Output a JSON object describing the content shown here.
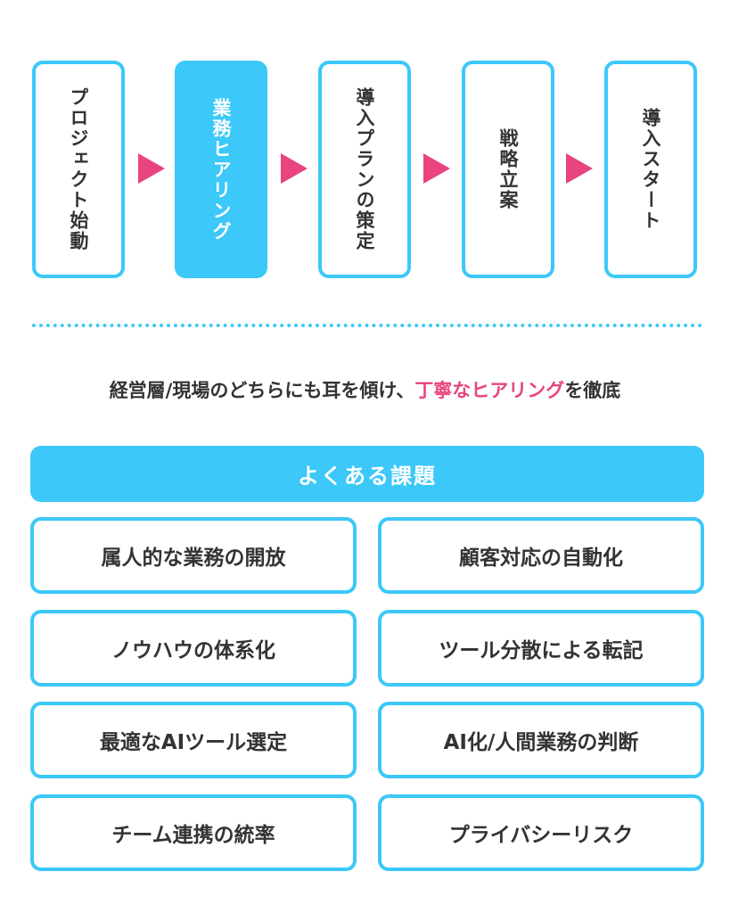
{
  "steps": [
    {
      "label": "プロジェクト始動",
      "active": false
    },
    {
      "label": "業務ヒアリング",
      "active": true
    },
    {
      "label": "導入プランの策定",
      "active": false
    },
    {
      "label": "戦略立案",
      "active": false
    },
    {
      "label": "導入スタート",
      "active": false
    }
  ],
  "lead": {
    "before": "経営層/現場のどちらにも耳を傾け、",
    "highlight": "丁寧なヒアリング",
    "after": "を徹底"
  },
  "issues": {
    "title": "よくある課題",
    "items": [
      "属人的な業務の開放",
      "顧客対応の自動化",
      "ノウハウの体系化",
      "ツール分散による転記",
      "最適なAIツール選定",
      "AI化/人間業務の判断",
      "チーム連携の統率",
      "プライバシーリスク"
    ]
  },
  "colors": {
    "accent": "#3cc8f8",
    "highlight": "#e8447f"
  }
}
